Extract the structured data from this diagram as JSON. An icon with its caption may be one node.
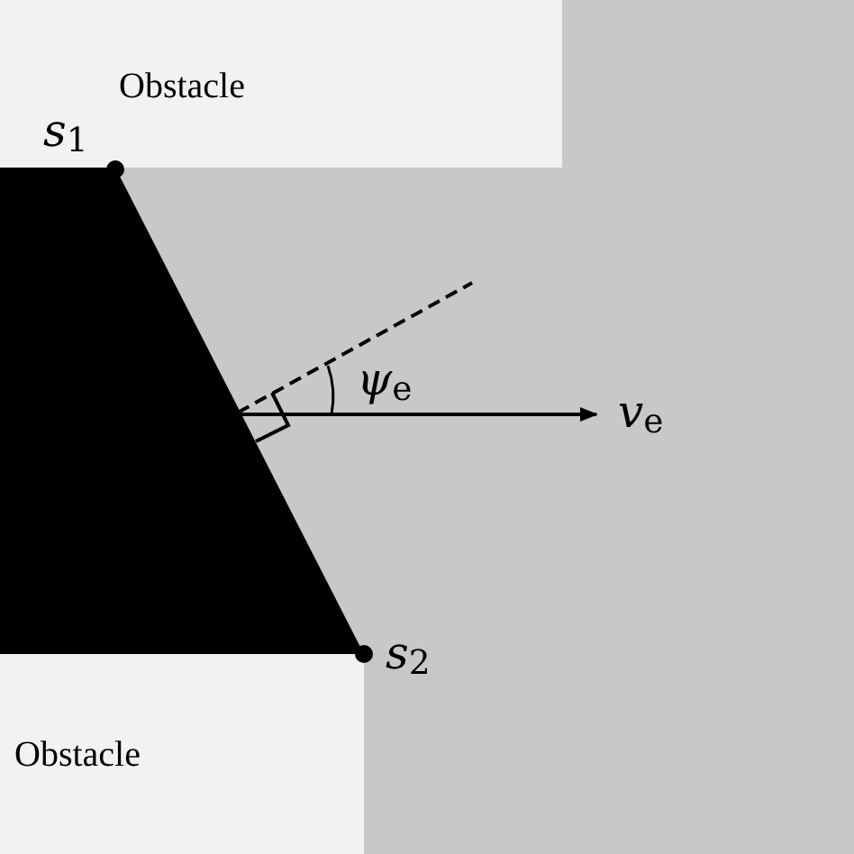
{
  "diagram": {
    "nodes": [
      {
        "text": [
          "Obstacle"
        ]
      },
      {
        "text": [
          "Obstacle"
        ]
      }
    ],
    "labels": [
      "*s*$_{1}$",
      "*ψ*$_{e}$",
      "*v*$_{e}$",
      "*s*$_{2}$"
    ]
  }
}
